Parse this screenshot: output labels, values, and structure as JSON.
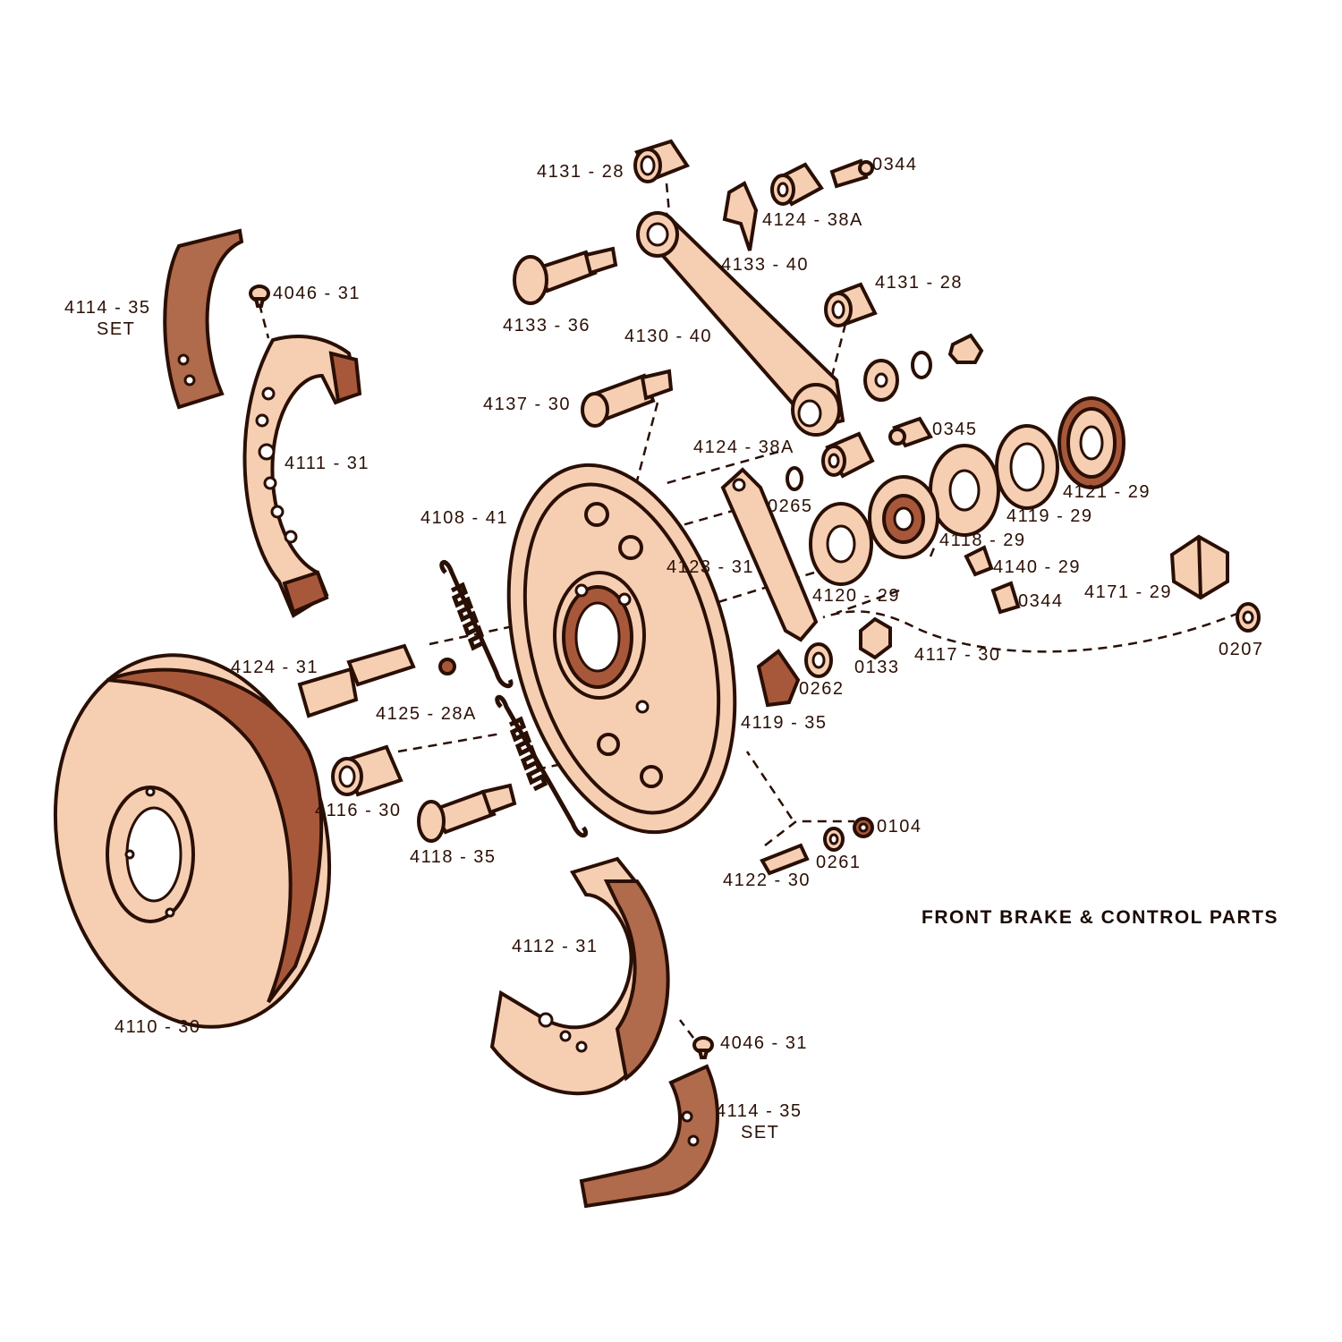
{
  "title": "FRONT BRAKE & CONTROL PARTS",
  "part_labels": {
    "p4131_28_top": "4131 - 28",
    "p0344_top": "0344",
    "p4124_38A_top": "4124 - 38A",
    "p4133_40": "4133 - 40",
    "p4131_28_mid": "4131 - 28",
    "p4133_36": "4133 - 36",
    "p4130_40": "4130 - 40",
    "p4114_35_left": "4114 - 35",
    "p4114_35_left_set": "SET",
    "p4046_31_top": "4046 - 31",
    "p4111_31": "4111 - 31",
    "p4137_30": "4137 - 30",
    "p4124_38A_mid": "4124 - 38A",
    "p0345": "0345",
    "p4121_29": "4121 - 29",
    "p4108_41": "4108 - 41",
    "p0265": "0265",
    "p4119_29": "4119 - 29",
    "p4118_29": "4118 - 29",
    "p4123_31": "4123 - 31",
    "p4140_29": "4140 - 29",
    "p0344_mid": "0344",
    "p4171_29": "4171 - 29",
    "p4120_29": "4120 - 29",
    "p0207": "0207",
    "p4117_30": "4117 - 30",
    "p0133": "0133",
    "p4124_31": "4124 - 31",
    "p0262": "0262",
    "p4125_28A": "4125 - 28A",
    "p4119_35": "4119 - 35",
    "p4116_30": "4116 - 30",
    "p4118_35": "4118 - 35",
    "p0104": "0104",
    "p0261": "0261",
    "p4122_30": "4122 - 30",
    "p4112_31": "4112 - 31",
    "p4110_30": "4110 - 30",
    "p4046_31_bottom": "4046 - 31",
    "p4114_35_bottom": "4114 - 35",
    "p4114_35_bottom_set": "SET"
  }
}
